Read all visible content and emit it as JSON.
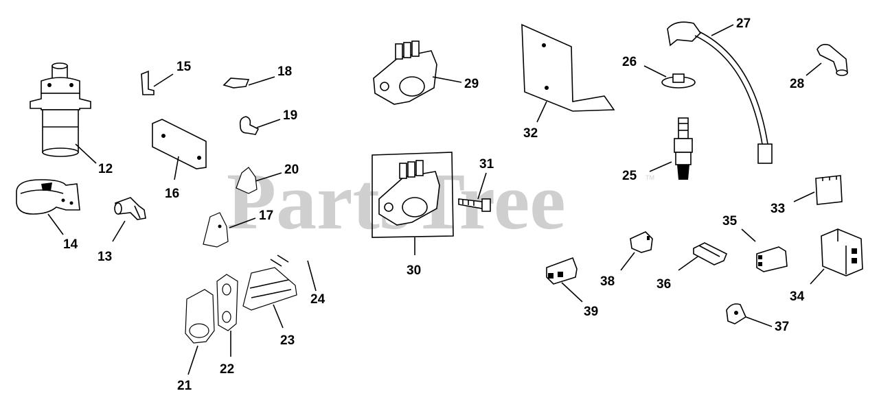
{
  "watermark": {
    "text": "PartsTree",
    "trademark": "TM"
  },
  "callouts": {
    "c12": "12",
    "c13": "13",
    "c14": "14",
    "c15": "15",
    "c16": "16",
    "c17": "17",
    "c18": "18",
    "c19": "19",
    "c20": "20",
    "c21": "21",
    "c22": "22",
    "c23": "23",
    "c24": "24",
    "c25": "25",
    "c26": "26",
    "c27": "27",
    "c28": "28",
    "c29": "29",
    "c30": "30",
    "c31": "31",
    "c32": "32",
    "c33": "33",
    "c34": "34",
    "c35": "35",
    "c36": "36",
    "c37": "37",
    "c38": "38",
    "c39": "39"
  },
  "icons": {
    "ignition_coil": "ignition-coil-icon",
    "coil_bracket": "coil-bracket-icon",
    "spark_plug": "spark-plug-icon",
    "spark_plug_lead": "spark-plug-lead-icon",
    "rectifier_regulator": "rectifier-regulator-icon"
  }
}
